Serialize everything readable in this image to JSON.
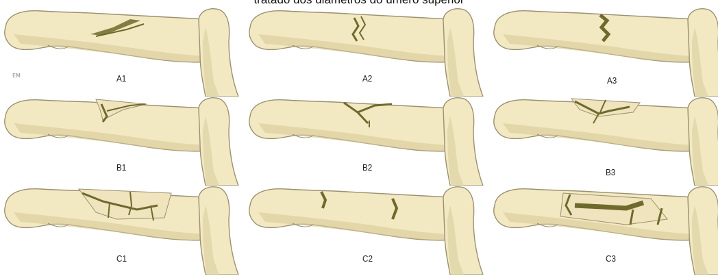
{
  "title": "tratado dos diâmetros do úmero superior",
  "corner_mark": "EM",
  "panels": [
    {
      "label": "A1"
    },
    {
      "label": "A2"
    },
    {
      "label": "A3"
    },
    {
      "label": "B1"
    },
    {
      "label": "B2"
    },
    {
      "label": "B3"
    },
    {
      "label": "C1"
    },
    {
      "label": "C2"
    },
    {
      "label": "C3"
    }
  ],
  "colors": {
    "bone": "#f2e8c2",
    "bone_shadow": "#d9cc9a",
    "outline": "#9c9070",
    "fracture": "#6e6a2c",
    "background": "#ffffff"
  }
}
